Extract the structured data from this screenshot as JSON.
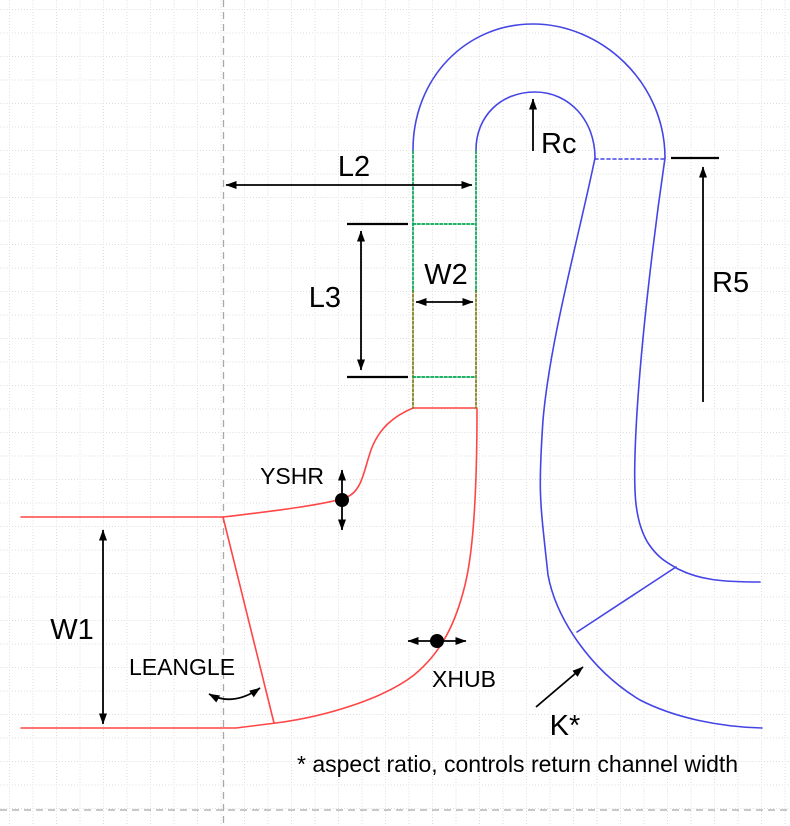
{
  "diagram": {
    "title_hint": "meanline geometry sketch of a centrifugal compressor stage return channel",
    "labels": {
      "l2": "L2",
      "l3": "L3",
      "w2": "W2",
      "w1": "W1",
      "rc": "Rc",
      "r5": "R5",
      "yshr": "YSHR",
      "xhub": "XHUB",
      "leangle": "LEANGLE",
      "kstar": "K*"
    },
    "footnote": "* aspect ratio, controls return channel width",
    "colors": {
      "red": "#ff4545",
      "blue": "#4545e6",
      "green": "#00a550",
      "olive": "#7f7a10",
      "grid": "#dcdcdc",
      "axis": "#a8a8a8",
      "ink": "#000000"
    }
  }
}
